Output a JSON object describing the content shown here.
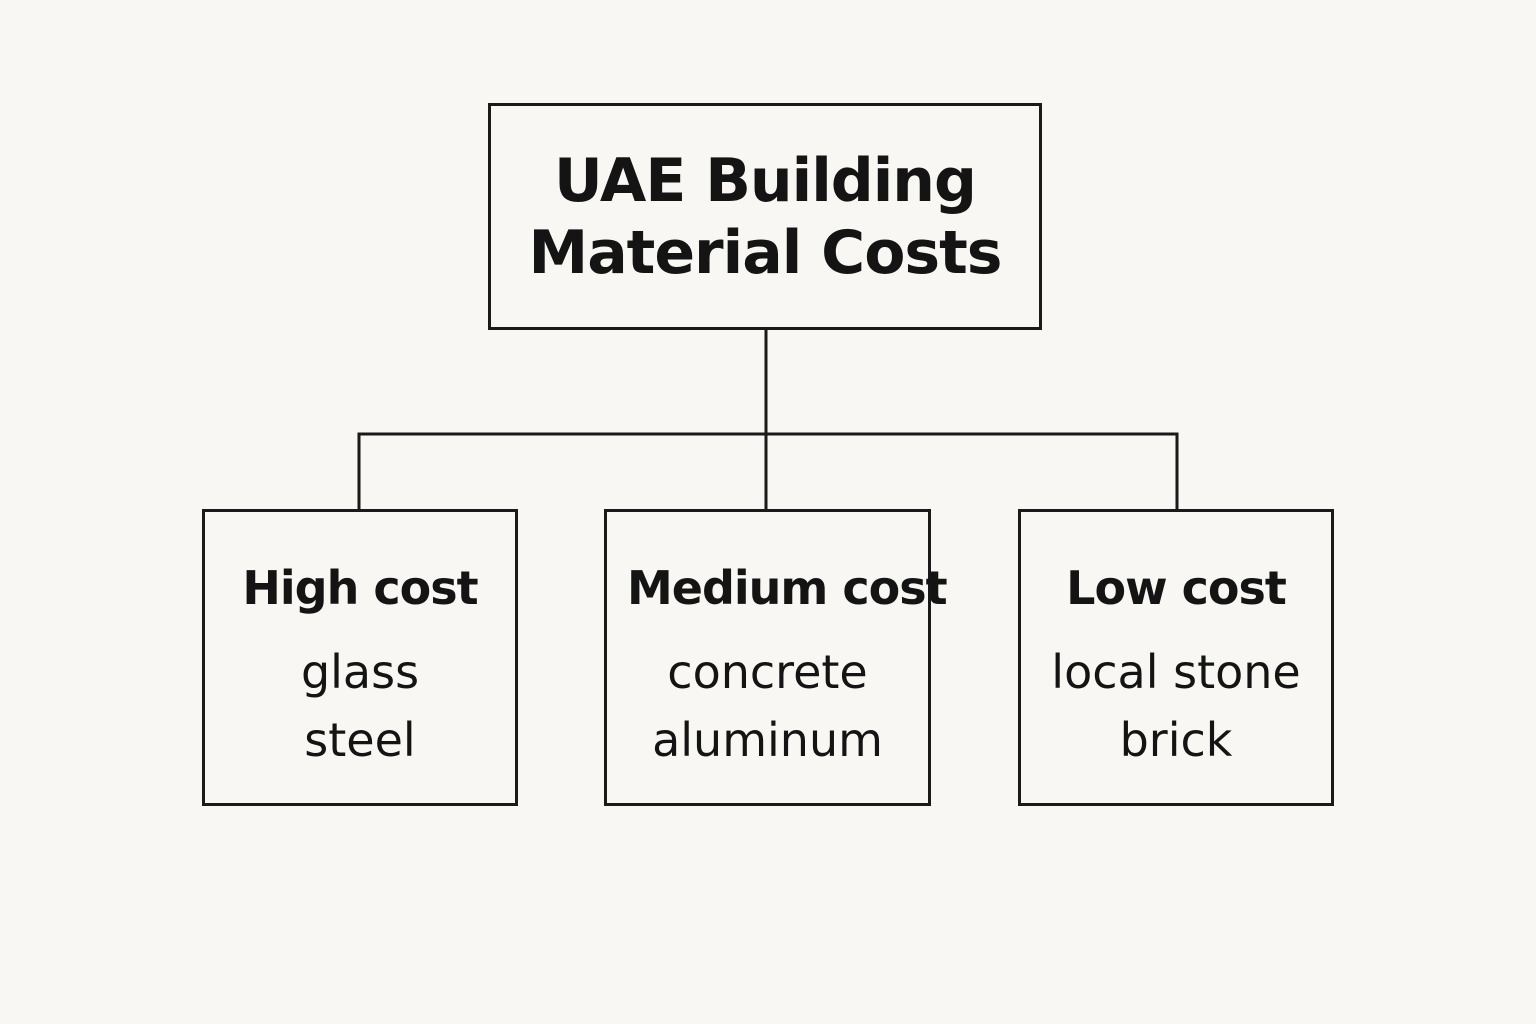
{
  "diagram": {
    "root": {
      "title": "UAE Building\nMaterial Costs"
    },
    "categories": [
      {
        "id": "high",
        "heading": "High cost",
        "items": [
          "glass",
          "steel"
        ]
      },
      {
        "id": "medium",
        "heading": "Medium cost",
        "items": [
          "concrete",
          "aluminum"
        ]
      },
      {
        "id": "low",
        "heading": "Low cost",
        "items": [
          "local stone",
          "brick"
        ]
      }
    ]
  }
}
